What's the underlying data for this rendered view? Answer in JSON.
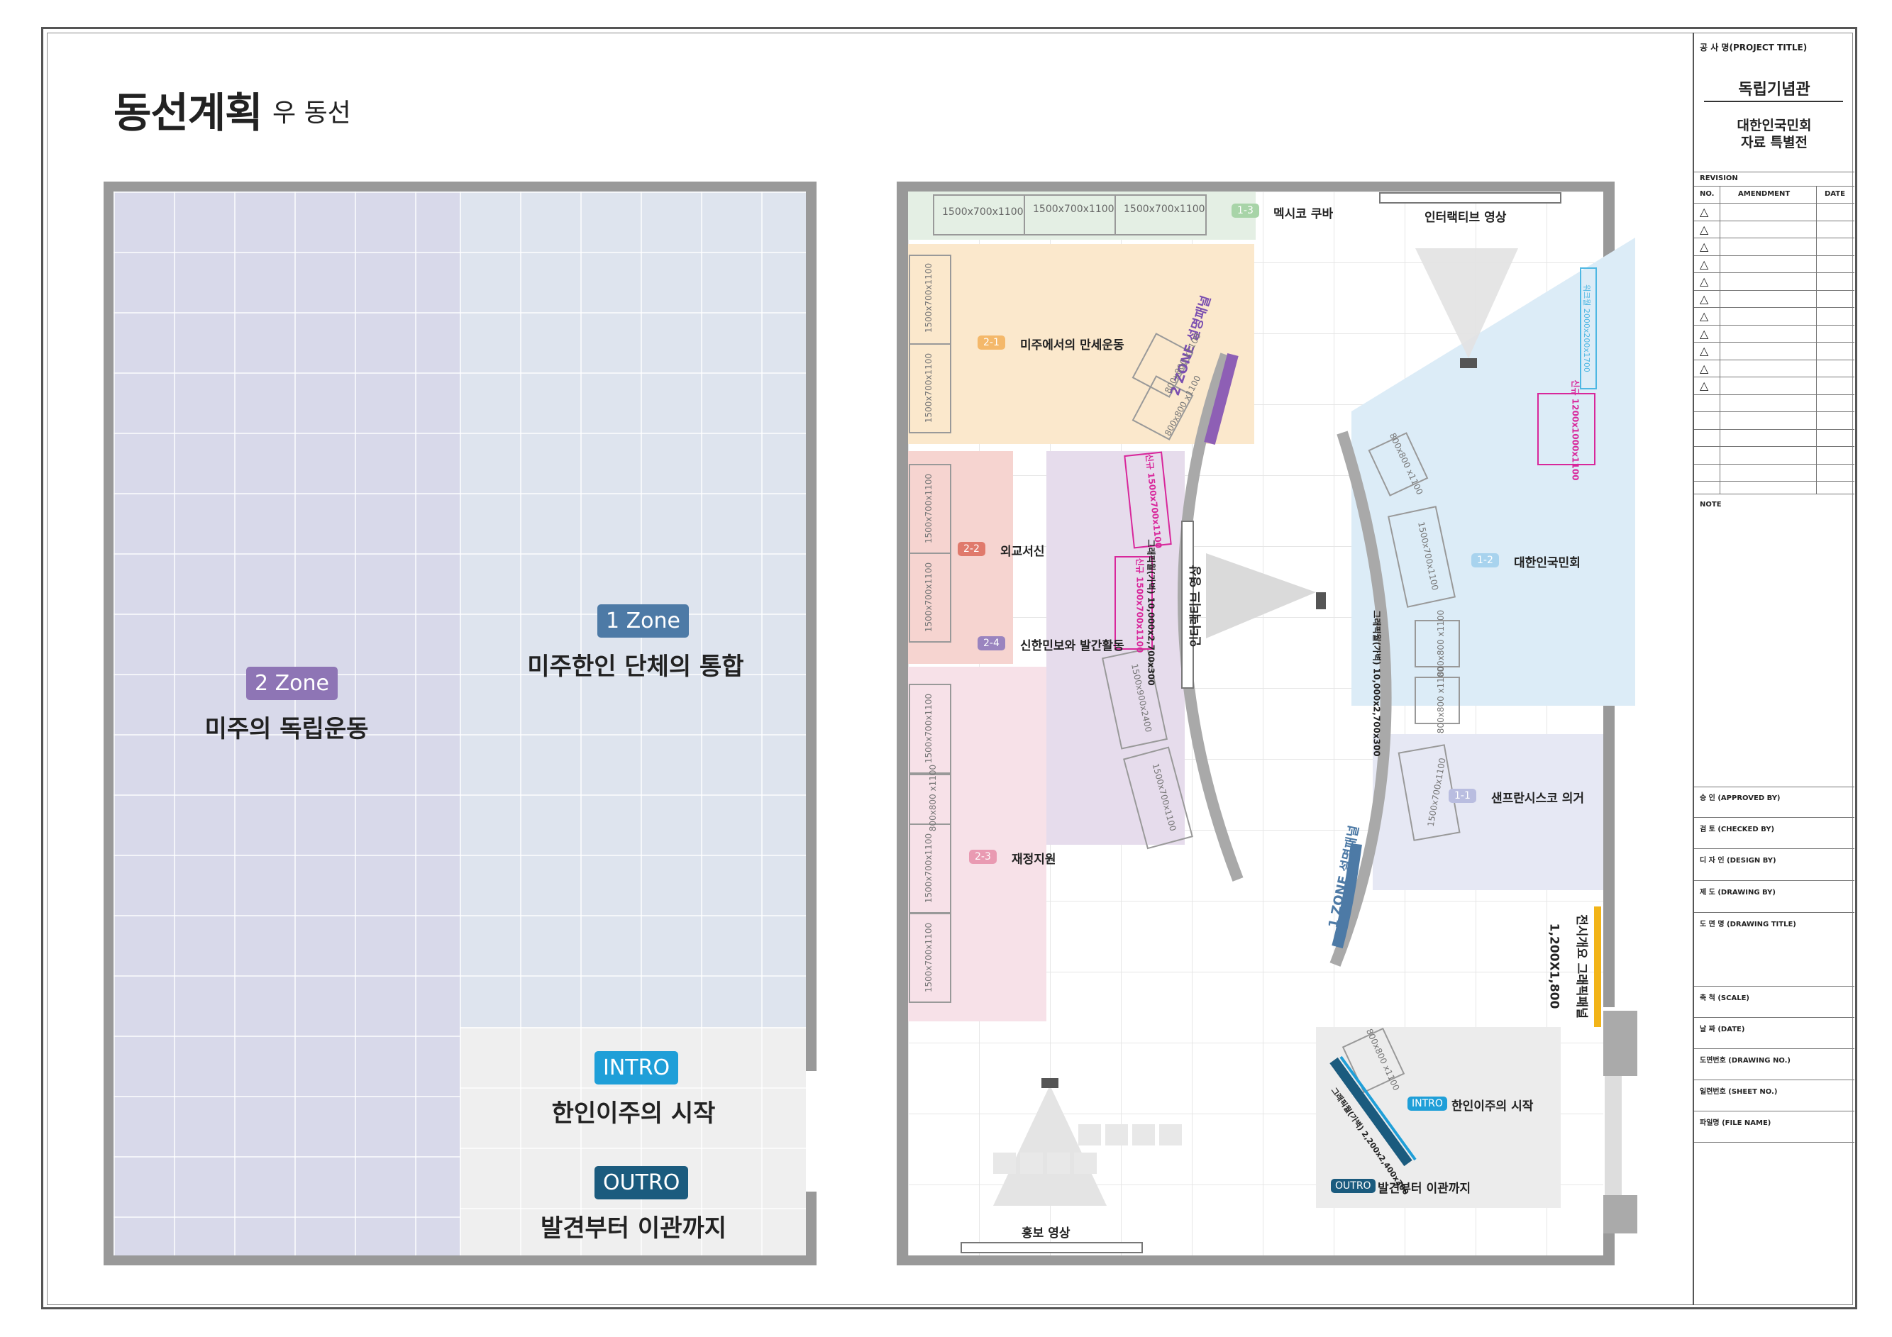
{
  "header": {
    "title": "동선계획",
    "subtitle": "우 동선"
  },
  "left_plan": {
    "zone2": {
      "badge": "2 Zone",
      "label": "미주의 독립운동",
      "color": "#8e75b5"
    },
    "zone1": {
      "badge": "1 Zone",
      "label": "미주한인 단체의 통합",
      "color": "#4d7aa6"
    },
    "intro": {
      "badge": "INTRO",
      "label": "한인이주의 시작",
      "color": "#1f9fd8"
    },
    "outro": {
      "badge": "OUTRO",
      "label": "발견부터 이관까지",
      "color": "#1b5b7e"
    }
  },
  "right_plan": {
    "cases_top": [
      "1500x700x1100",
      "1500x700x1100",
      "1500x700x1100"
    ],
    "sections": {
      "s1_3": {
        "tag": "1-3",
        "label": "멕시코 쿠바"
      },
      "s2_1": {
        "tag": "2-1",
        "label": "미주에서의 만세운동"
      },
      "s2_2": {
        "tag": "2-2",
        "label": "외교서신"
      },
      "s2_4": {
        "tag": "2-4",
        "label": "신한민보와 발간활동"
      },
      "s2_3": {
        "tag": "2-3",
        "label": "재정지원"
      },
      "s1_2": {
        "tag": "1-2",
        "label": "대한인국민회"
      },
      "s1_1": {
        "tag": "1-1",
        "label": "샌프란시스코 의거"
      },
      "intro": {
        "tag": "INTRO",
        "label": "한인이주의 시작"
      },
      "outro": {
        "tag": "OUTRO",
        "label": "발견부터 이관까지"
      }
    },
    "labels": {
      "interactive_top": "인터랙티브 영상",
      "interactive_mid": "인터랙티브 영상",
      "promo": "홍보 영상",
      "zone2_panel": "2 ZONE 설명패널",
      "zone1_panel": "1 ZONE 설명패널",
      "graphic_wall_left": "그래픽월(가벽) 10,000x2,700x300",
      "graphic_wall_right": "그래픽월(가벽) 10,000x2,700x300",
      "graphic_wall_intro": "그래픽월(가벽) 2,200x2,400x300",
      "exhibit_panel_title": "전시개요 그래픽패널",
      "exhibit_panel_size": "1,200X1,800",
      "new_case_a": "신규 1500x700x1100",
      "new_case_b": "신규 1500x700x1100",
      "new_case_c": "신규 1200x1000x1100",
      "right_wall_case": "워크월 2000x200x1700"
    },
    "cases_left": [
      "1500x700x1100",
      "1500x700x1100",
      "1500x700x1100",
      "1500x700x1100",
      "1500x700x1100",
      "800x800 x1100",
      "1500x700x1100",
      "1500x700x1100"
    ],
    "cases_mid": [
      "800x800 x1100",
      "800x800 x1100",
      "1500x900x2400",
      "1500x700x1100"
    ],
    "cases_right": [
      "800x800 x1100",
      "1500x700x1100",
      "800x800 x1100",
      "800x800 x1100",
      "1500x700x1100"
    ],
    "case_intro": "800x800 x1100"
  },
  "title_block": {
    "project_label": "공 사 명(PROJECT TITLE)",
    "project_name": "독립기념관",
    "project_desc_1": "대한인국민회",
    "project_desc_2": "자료 특별전",
    "revision": "REVISION",
    "col_no": "NO.",
    "col_amendment": "AMENDMENT",
    "col_date": "DATE",
    "note": "NOTE",
    "approved": "승 인 (APPROVED BY)",
    "checked": "검 토 (CHECKED BY)",
    "design": "디 자 인 (DESIGN BY)",
    "drawing": "제 도 (DRAWING BY)",
    "drawing_title": "도 면 명 (DRAWING TITLE)",
    "scale": "축 척 (SCALE)",
    "date": "날 짜 (DATE)",
    "drawing_no": "도면번호 (DRAWING NO.)",
    "sheet_no": "일련번호 (SHEET NO.)",
    "file_name": "파일명 (FILE NAME)"
  }
}
